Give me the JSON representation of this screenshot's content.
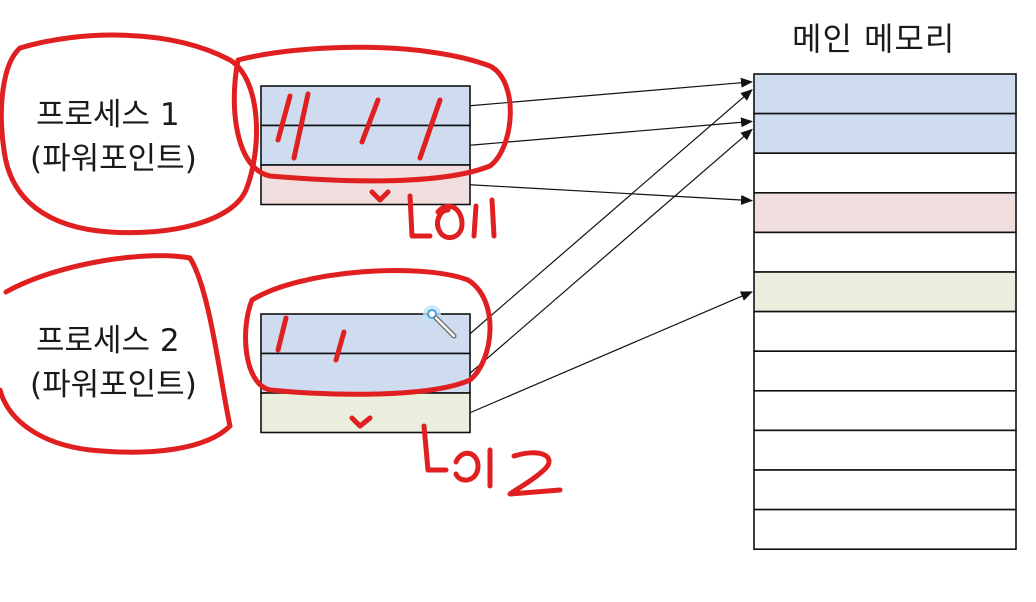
{
  "memory": {
    "title": "메인 메모리",
    "frames": [
      "#cfdcef",
      "#cfdcef",
      "#ffffff",
      "#f1dfdf",
      "#ffffff",
      "#e9eedd",
      "#ffffff",
      "#ffffff",
      "#ffffff",
      "#ffffff",
      "#ffffff",
      "#ffffff"
    ]
  },
  "processes": [
    {
      "name": "프로세스 1",
      "app": "(파워포인트)",
      "pages": [
        "#cfdcef",
        "#cfdcef",
        "#f1dfdf"
      ],
      "maps_to": [
        0,
        1,
        3
      ],
      "handwritten_label": "ᐯ L011"
    },
    {
      "name": "프로세스 2",
      "app": "(파워포인트)",
      "pages": [
        "#cfdcef",
        "#cfdcef",
        "#e9eedd"
      ],
      "maps_to": [
        0,
        1,
        5
      ],
      "handwritten_label": "ᐯ L012"
    }
  ],
  "colors": {
    "shared_page": "#cfdcef",
    "p1_private": "#f1dfdf",
    "p2_private": "#e9eedd",
    "annotation": "#e02020",
    "line": "#111111"
  },
  "icons": {
    "cursor": "magic-wand-icon"
  }
}
